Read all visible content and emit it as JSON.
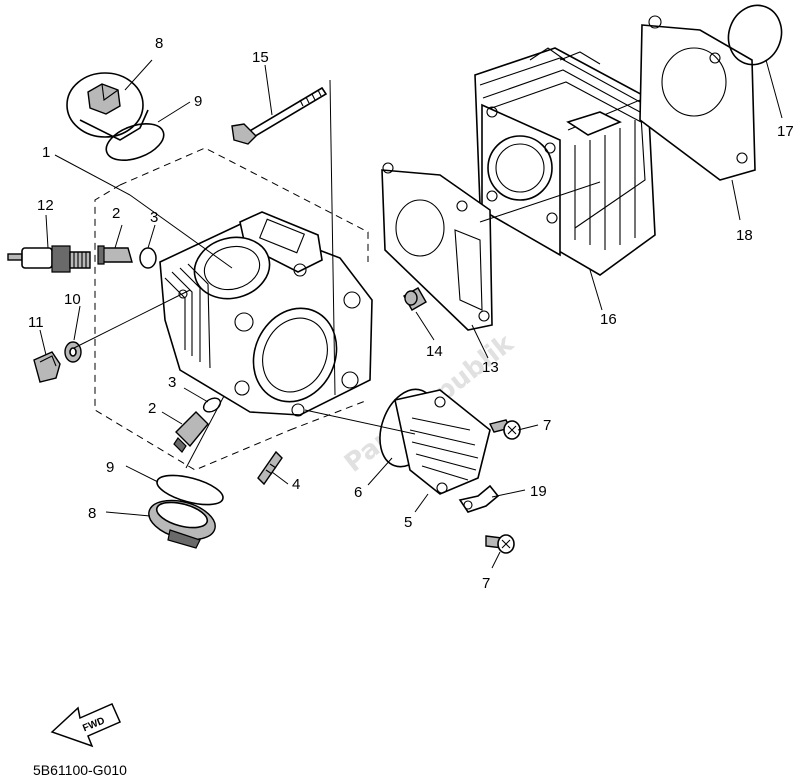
{
  "diagram_code": "5B61100-G010",
  "fwd_label": "FWD",
  "watermark": "PartsRepublik",
  "callouts": {
    "c1": "1",
    "c2a": "2",
    "c2b": "2",
    "c3a": "3",
    "c3b": "3",
    "c4": "4",
    "c5": "5",
    "c6": "6",
    "c7a": "7",
    "c7b": "7",
    "c8a": "8",
    "c8b": "8",
    "c9a": "9",
    "c9b": "9",
    "c10": "10",
    "c11": "11",
    "c12": "12",
    "c13": "13",
    "c14": "14",
    "c15": "15",
    "c16": "16",
    "c17": "17",
    "c18": "18",
    "c19": "19"
  }
}
